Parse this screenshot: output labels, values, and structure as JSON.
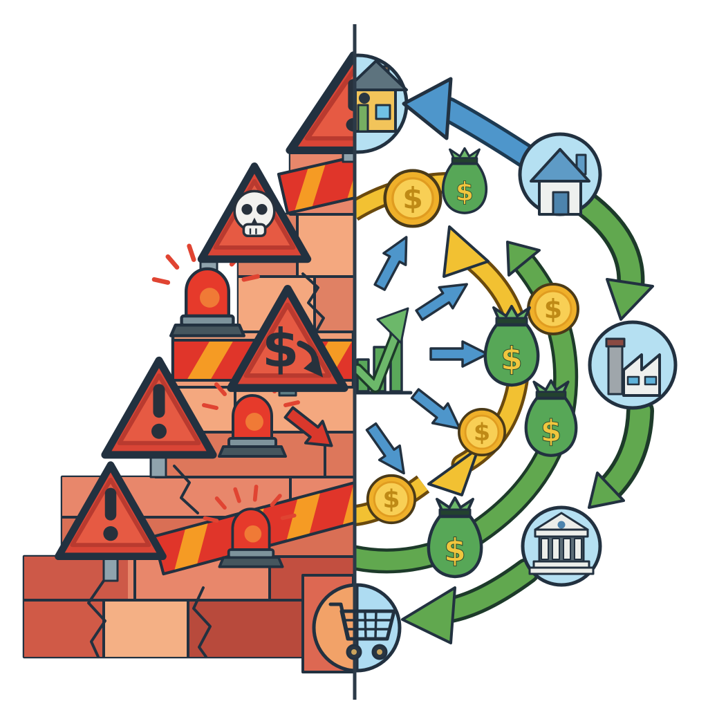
{
  "meta": {
    "description": "Split illustration: crumbling risk pyramid with warning signs on the left versus a healthy circular-economy money flow on the right, separated by a vertical divider line"
  },
  "symbols": {
    "dollar": "$"
  },
  "palette": {
    "ink": "#223140",
    "white": "#ffffff",
    "pyramid_base": "#ef9d78",
    "brick_light": "#f4a87f",
    "brick_mid": "#e8876b",
    "brick_red": "#cd5948",
    "brick_dark": "#b84a3c",
    "triangle_red": "#d94536",
    "triangle_face": "#e65a43",
    "hazard_red": "#e0352a",
    "hazard_orange": "#f59b24",
    "siren_red": "#e63a2b",
    "siren_glow": "#f07a36",
    "metal_light": "#7d939c",
    "metal_dark": "#46565e",
    "post_gray": "#8fa3ad",
    "arrow_blue": "#4e96cb",
    "band_green": "#61a84f",
    "bag_green": "#57a757",
    "band_yellow": "#f2c132",
    "coin_gold": "#efb02a",
    "coin_light": "#f8cf55",
    "coin_symbol": "#bf8a16",
    "node_blue": "#b5e0f2",
    "icon_blue": "#5e9bc6",
    "icon_white": "#eef0ee",
    "house_yellow": "#f2c45a",
    "cart_orange": "#f2a268",
    "cart_blue": "#aedcf2",
    "chart_green": "#5aa85a"
  },
  "left_panel": {
    "theme": "collapse-risk brick pyramid",
    "elements": [
      {
        "name": "warning-triangle-exclamation-top",
        "glyph": "exclamation"
      },
      {
        "name": "warning-triangle-skull",
        "glyph": "skull"
      },
      {
        "name": "warning-triangle-dollar-decline",
        "glyph": "dollar-with-falling-arrow"
      },
      {
        "name": "warning-triangle-exclamation-mid",
        "glyph": "exclamation"
      },
      {
        "name": "warning-triangle-exclamation-bottom",
        "glyph": "exclamation"
      },
      {
        "name": "alarm-siren",
        "count": 3
      },
      {
        "name": "hazard-stripe-band",
        "count": 3
      },
      {
        "name": "red-decline-arrow",
        "count": 1
      },
      {
        "name": "cracked-bricks",
        "count": 1
      }
    ]
  },
  "right_panel": {
    "theme": "circular-economy flow",
    "nodes": [
      {
        "name": "house-split-node",
        "icon": "house-icon"
      },
      {
        "name": "house-node",
        "icon": "house-icon"
      },
      {
        "name": "factory-node",
        "icon": "factory-icon"
      },
      {
        "name": "bank-node",
        "icon": "bank-icon"
      },
      {
        "name": "shopping-cart-node",
        "icon": "cart-icon"
      },
      {
        "name": "growth-chart",
        "icon": "growth-chart-icon"
      }
    ],
    "tokens": [
      {
        "name": "coin",
        "icon": "coin-icon",
        "count": 4
      },
      {
        "name": "money-bag",
        "icon": "money-bag-icon",
        "count": 4
      }
    ],
    "flows": [
      {
        "name": "house-to-split-home-arrow",
        "color_key": "arrow_blue"
      },
      {
        "name": "home-to-factory-arrow",
        "color_key": "band_green"
      },
      {
        "name": "factory-to-bank-arrow",
        "color_key": "band_green"
      },
      {
        "name": "bank-to-cart-arrow",
        "color_key": "band_green"
      },
      {
        "name": "inner-green-circulation-arc",
        "color_key": "band_green"
      },
      {
        "name": "yellow-money-exchange-arc",
        "color_key": "band_yellow",
        "arrowheads": 2
      },
      {
        "name": "small-blue-flow-arrows",
        "color_key": "arrow_blue",
        "count": 5
      }
    ]
  }
}
